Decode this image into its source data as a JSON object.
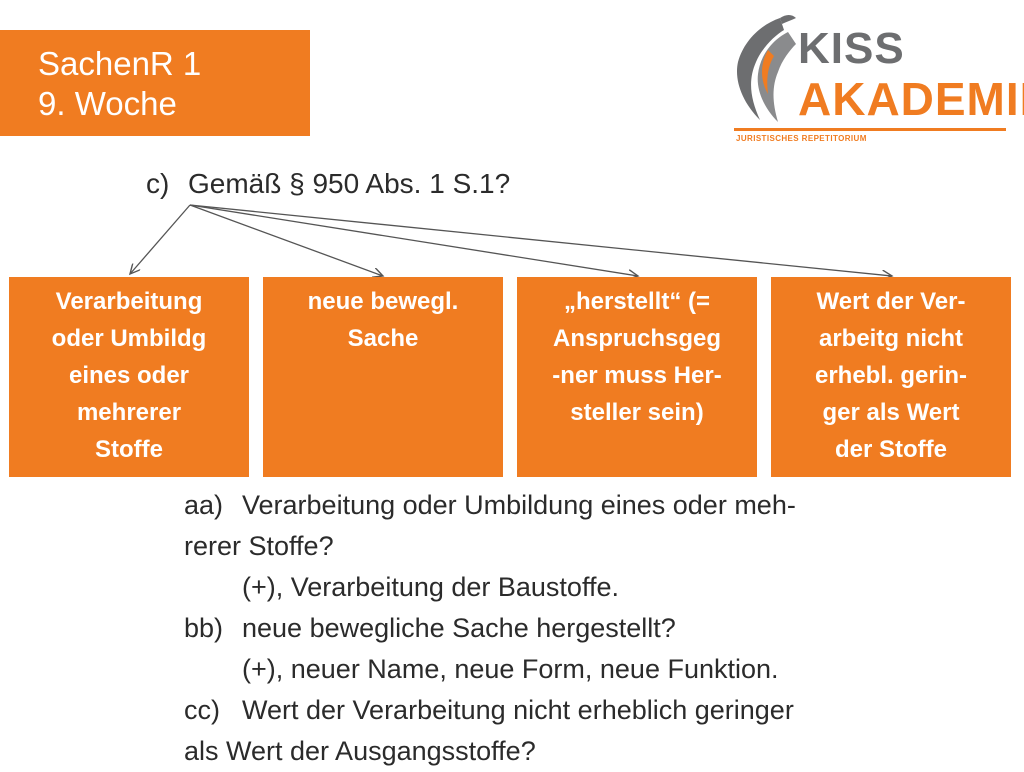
{
  "header": {
    "title_line1": "SachenR 1",
    "title_line2": "9. Woche"
  },
  "logo": {
    "line1": "KISS",
    "line2": "AKADEMIE",
    "subtitle": "JURISTISCHES REPETITORIUM",
    "colors": {
      "gray": "#6d6e70",
      "orange": "#f07c21"
    }
  },
  "question": {
    "marker": "c)",
    "text": "Gemäß § 950 Abs. 1 S.1?"
  },
  "boxes": [
    {
      "lines": [
        "Verarbeitung",
        "oder Umbildg",
        "eines oder",
        "mehrerer",
        "Stoffe"
      ]
    },
    {
      "lines": [
        "neue bewegl.",
        "Sache"
      ]
    },
    {
      "lines": [
        "„herstellt“ (=",
        "Anspruchsgeg",
        "-ner muss Her-",
        "steller sein)"
      ]
    },
    {
      "lines": [
        "Wert der Ver-",
        "arbeitg nicht",
        "erhebl. gerin-",
        "ger als Wert",
        "der Stoffe"
      ]
    }
  ],
  "body": {
    "aa_label": "aa)",
    "aa_text": "Verarbeitung oder Umbildung eines oder meh-",
    "aa_cont": "rerer Stoffe?",
    "aa_answer": "(+), Verarbeitung der Baustoffe.",
    "bb_label": "bb)",
    "bb_text": "neue bewegliche Sache hergestellt?",
    "bb_answer": "(+), neuer Name, neue Form, neue Funktion.",
    "cc_label": "cc)",
    "cc_text": "Wert der Verarbeitung nicht erheblich geringer",
    "cc_cont": "als Wert der Ausgangsstoffe?"
  },
  "colors": {
    "accent": "#f07c21",
    "text": "#2b2b2b",
    "arrow": "#555555"
  }
}
